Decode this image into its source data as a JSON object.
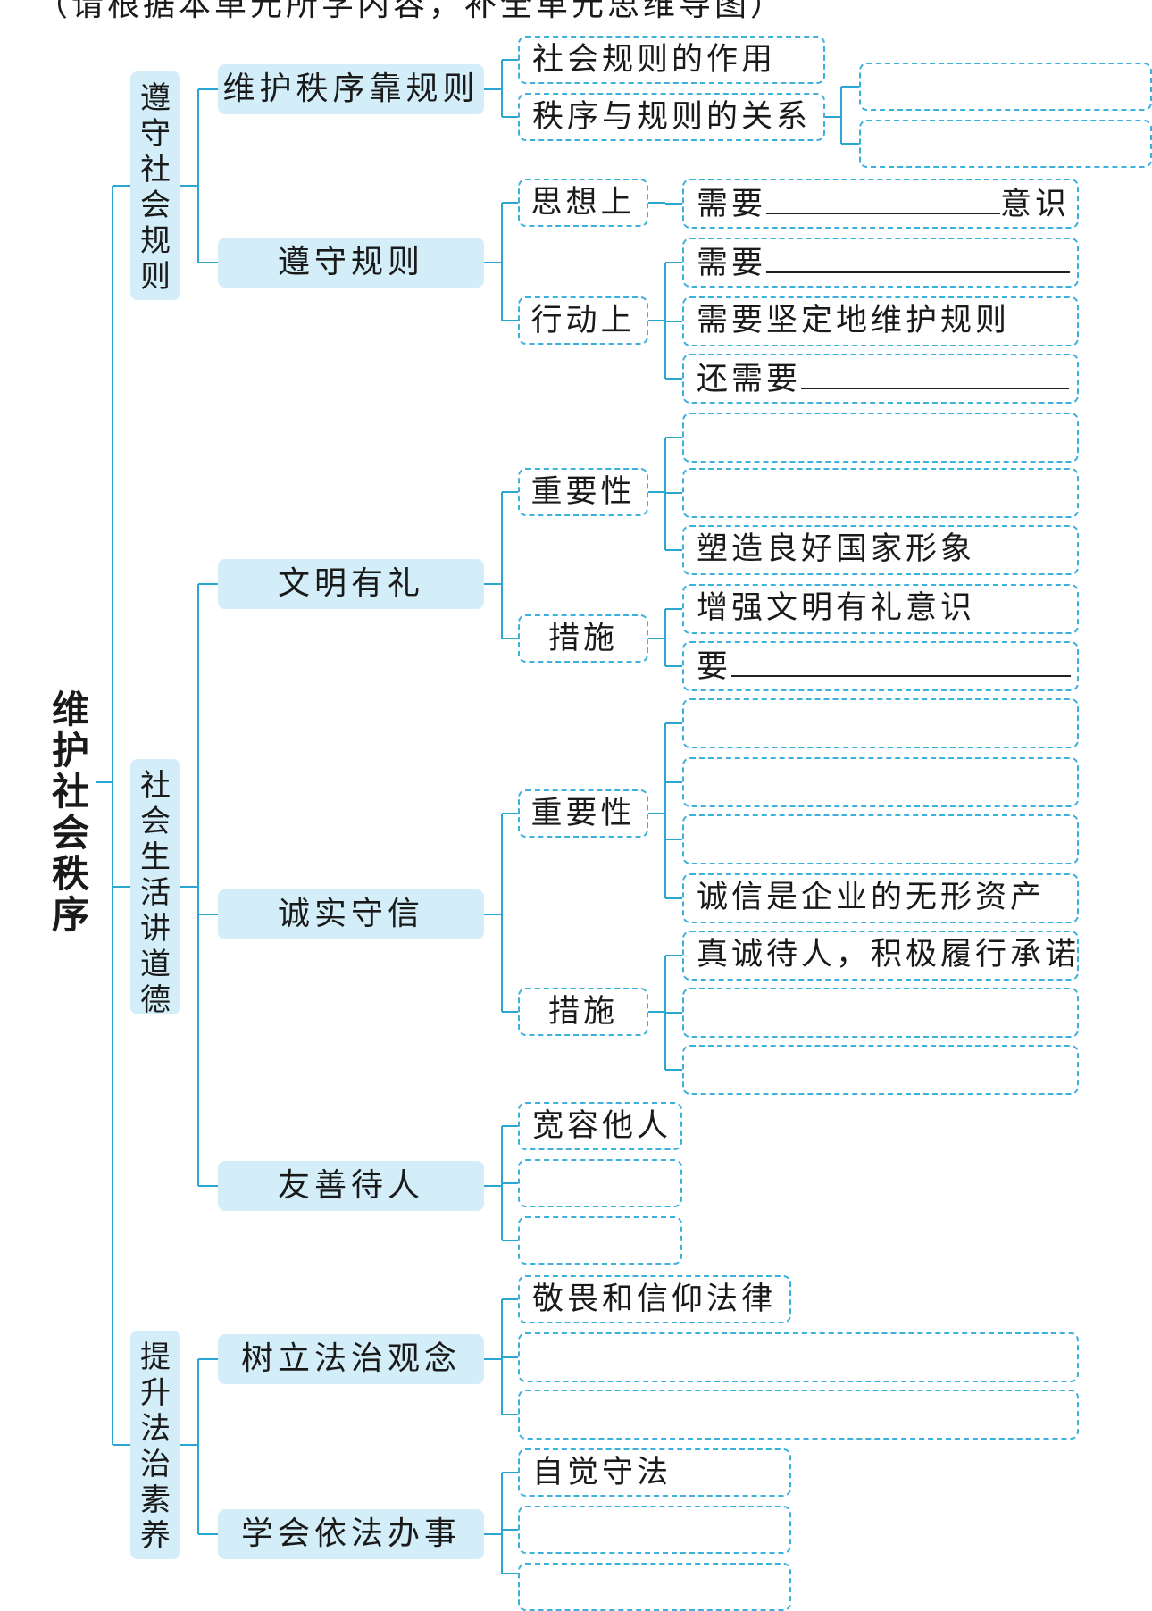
{
  "instruction": "（请根据本单元所学内容，补全单元思维导图）",
  "root": "维护社会秩序",
  "sections": [
    {
      "label": "遵守社会规则",
      "topics": [
        {
          "label": "维护秩序靠规则",
          "items": [
            "社会规则的作用",
            "秩序与规则的关系"
          ]
        },
        {
          "label": "遵守规则",
          "groups": [
            {
              "label": "思想上",
              "items": [
                {
                  "prefix": "需要",
                  "blank": true,
                  "suffix": "意识"
                }
              ]
            },
            {
              "label": "行动上",
              "items": [
                {
                  "prefix": "需要",
                  "blank": true
                },
                {
                  "prefix": "需要坚定地维护规则"
                },
                {
                  "prefix": "还需要",
                  "blank": true
                }
              ]
            }
          ]
        }
      ]
    },
    {
      "label": "社会生活讲道德",
      "topics": [
        {
          "label": "文明有礼",
          "groups": [
            {
              "label": "重要性",
              "items": [
                "",
                "",
                "塑造良好国家形象"
              ]
            },
            {
              "label": "措施",
              "items": [
                "增强文明有礼意识",
                {
                  "prefix": "要",
                  "blank": true
                }
              ]
            }
          ]
        },
        {
          "label": "诚实守信",
          "groups": [
            {
              "label": "重要性",
              "items": [
                "",
                "",
                "",
                "诚信是企业的无形资产"
              ]
            },
            {
              "label": "措施",
              "items": [
                "真诚待人，积极履行承诺",
                "",
                ""
              ]
            }
          ]
        },
        {
          "label": "友善待人",
          "items": [
            "宽容他人",
            "",
            ""
          ]
        }
      ]
    },
    {
      "label": "提升法治素养",
      "topics": [
        {
          "label": "树立法治观念",
          "items": [
            "敬畏和信仰法律",
            "",
            ""
          ]
        },
        {
          "label": "学会依法办事",
          "items": [
            "自觉守法",
            "",
            ""
          ]
        }
      ]
    }
  ],
  "colors": {
    "line": "#2aa6d3",
    "box_border": "#3cb0dc",
    "label_fill": "#d3eef8"
  }
}
